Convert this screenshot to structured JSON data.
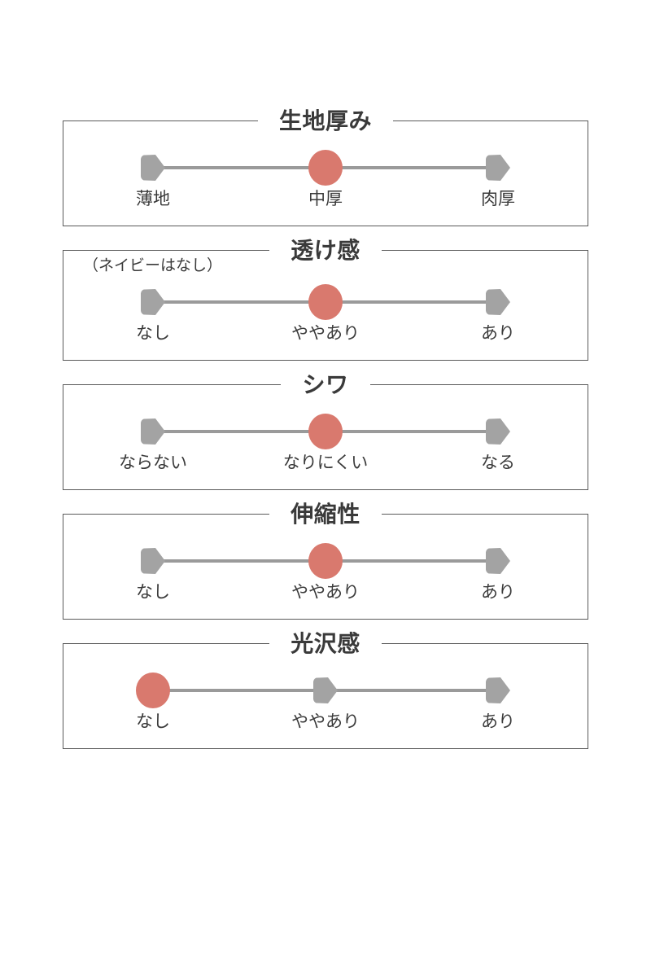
{
  "page": {
    "background": "#ffffff",
    "text_color": "#3a3a3a",
    "accent_color": "#d9796e",
    "inactive_color": "#a3a3a3",
    "track_color": "#9a9a9a",
    "border_color": "#5a5a5a"
  },
  "panels": [
    {
      "title": "生地厚み",
      "note": "",
      "selected_index": 1,
      "options": [
        {
          "label": "薄地",
          "position": "left",
          "active": false
        },
        {
          "label": "中厚",
          "position": "mid",
          "active": true
        },
        {
          "label": "肉厚",
          "position": "right",
          "active": false
        }
      ]
    },
    {
      "title": "透け感",
      "note": "（ネイビーはなし）",
      "selected_index": 1,
      "options": [
        {
          "label": "なし",
          "position": "left",
          "active": false
        },
        {
          "label": "ややあり",
          "position": "mid",
          "active": true
        },
        {
          "label": "あり",
          "position": "right",
          "active": false
        }
      ]
    },
    {
      "title": "シワ",
      "note": "",
      "selected_index": 1,
      "options": [
        {
          "label": "ならない",
          "position": "left",
          "active": false
        },
        {
          "label": "なりにくい",
          "position": "mid",
          "active": true
        },
        {
          "label": "なる",
          "position": "right",
          "active": false
        }
      ]
    },
    {
      "title": "伸縮性",
      "note": "",
      "selected_index": 1,
      "options": [
        {
          "label": "なし",
          "position": "left",
          "active": false
        },
        {
          "label": "ややあり",
          "position": "mid",
          "active": true
        },
        {
          "label": "あり",
          "position": "right",
          "active": false
        }
      ]
    },
    {
      "title": "光沢感",
      "note": "",
      "selected_index": 0,
      "options": [
        {
          "label": "なし",
          "position": "left",
          "active": true
        },
        {
          "label": "ややあり",
          "position": "mid",
          "active": false
        },
        {
          "label": "あり",
          "position": "right",
          "active": false
        }
      ]
    }
  ]
}
